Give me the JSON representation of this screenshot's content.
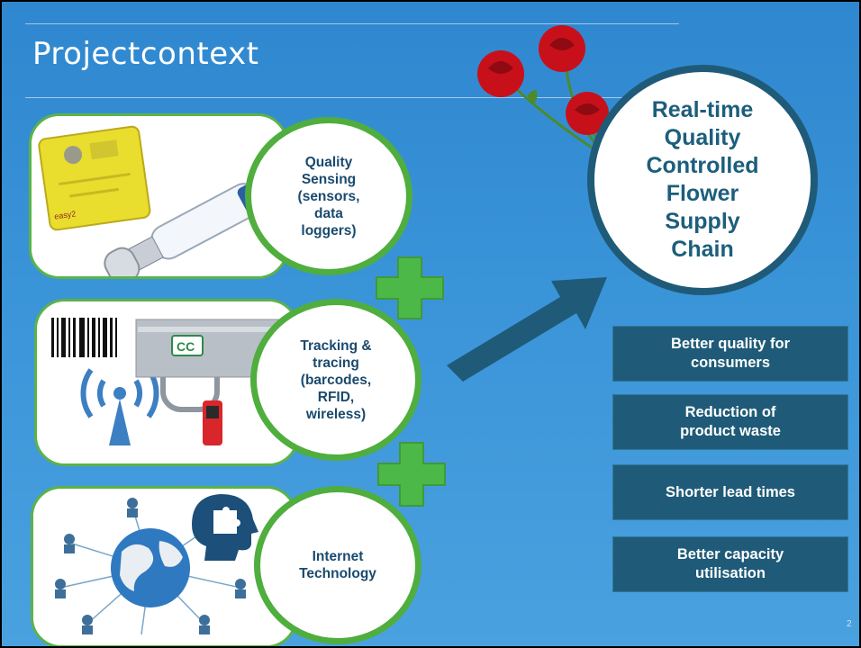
{
  "slide": {
    "title": "Projectcontext",
    "page_number": "2"
  },
  "rows": [
    {
      "label": "Quality\nSensing\n(sensors,\ndata\nloggers)",
      "image": "sensor-and-usb-logger"
    },
    {
      "label": "Tracking &\ntracing\n(barcodes,\nRFID,\nwireless)",
      "image": "barcode-rfid-wireless"
    },
    {
      "label": "Internet\nTechnology",
      "image": "globe-network"
    }
  ],
  "goal": {
    "label": "Real-time\nQuality\nControlled\nFlower\nSupply\nChain"
  },
  "benefits": [
    "Better quality for\nconsumers",
    "Reduction of\nproduct waste",
    "Shorter lead times",
    "Better capacity\nutilisation"
  ],
  "colors": {
    "background": "#3a94d8",
    "circle_border": "#4fae3e",
    "plus": "#4cb848",
    "goal_border": "#1f5b78",
    "benefit_box": "#1f5b78",
    "arrow": "#1f5b78",
    "rose": "#c8101a"
  }
}
